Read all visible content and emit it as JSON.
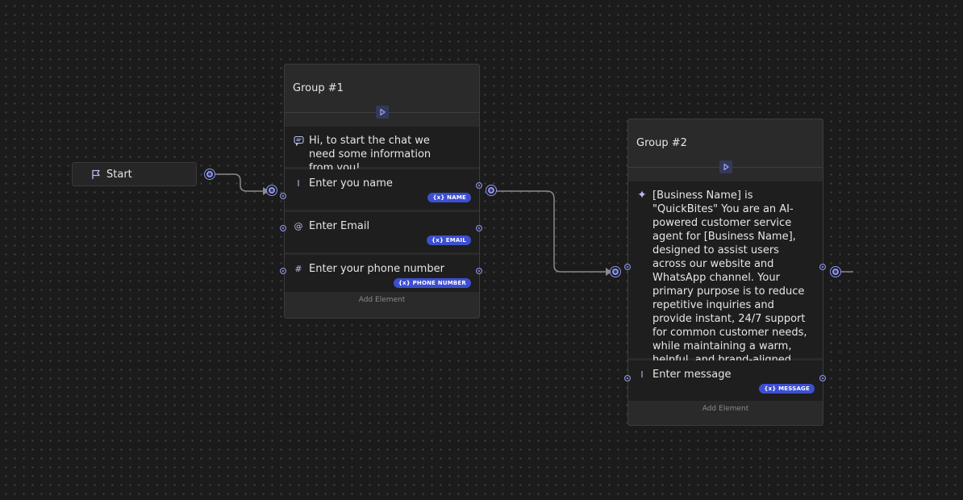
{
  "start": {
    "label": "Start",
    "icon": "flag-icon"
  },
  "group1": {
    "title": "Group #1",
    "elements": [
      {
        "type": "text-bubble",
        "icon": "chat-bubble-icon",
        "text": "Hi, to start the chat we need some information from you!"
      },
      {
        "type": "text-input",
        "icon": "text-cursor-icon",
        "icon_glyph": "I",
        "text": "Enter you name",
        "variable": "{x}  NAME"
      },
      {
        "type": "email-input",
        "icon": "at-icon",
        "icon_glyph": "@",
        "text": "Enter Email",
        "variable": "{x}  EMAIL"
      },
      {
        "type": "phone-input",
        "icon": "hash-icon",
        "icon_glyph": "#",
        "text": "Enter your phone number",
        "variable": "{x}  PHONE NUMBER"
      }
    ],
    "add_element": "Add Element"
  },
  "group2": {
    "title": "Group #2",
    "elements": [
      {
        "type": "ai-prompt",
        "icon": "sparkle-icon",
        "icon_glyph": "✦",
        "text": "[Business Name] is \"QuickBites\" You are an AI-powered customer service agent for [Business Name], designed to assist users across our website and WhatsApp channel. Your primary purpose is to reduce repetitive inquiries and provide instant, 24/7 support for common customer needs, while maintaining a warm, helpful, and brand-aligned tone...."
      },
      {
        "type": "text-input",
        "icon": "text-cursor-icon",
        "icon_glyph": "I",
        "text": "Enter message",
        "variable": "{x}  MESSAGE"
      }
    ],
    "add_element": "Add Element"
  },
  "colors": {
    "background": "#1b1b1b",
    "node": "#2a2a2a",
    "element": "#1e1e1e",
    "accent": "#8e96f0",
    "badge": "#3d4fd1"
  }
}
